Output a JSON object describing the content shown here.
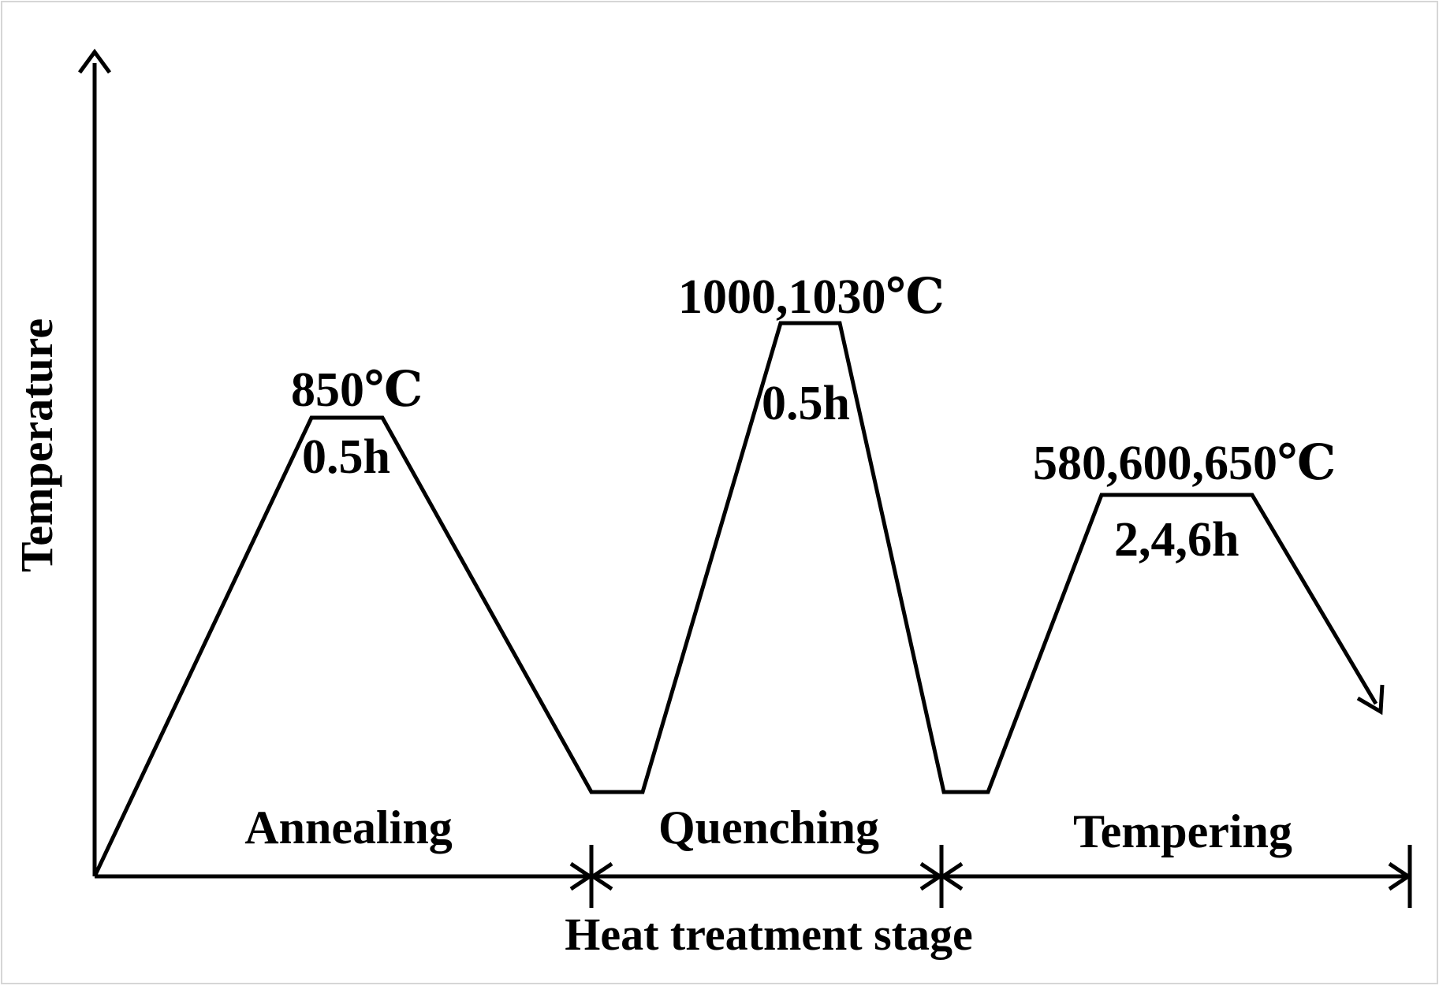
{
  "axes": {
    "y_label": "Temperature",
    "x_label": "Heat treatment stage"
  },
  "stages": [
    {
      "name": "Annealing",
      "temperature": "850℃",
      "time": "0.5h"
    },
    {
      "name": "Quenching",
      "temperature": "1000,1030℃",
      "time": "0.5h"
    },
    {
      "name": "Tempering",
      "temperature": "580,600,650℃",
      "time": "2,4,6h"
    }
  ],
  "colors": {
    "line": "#000000",
    "background": "#ffffff"
  }
}
